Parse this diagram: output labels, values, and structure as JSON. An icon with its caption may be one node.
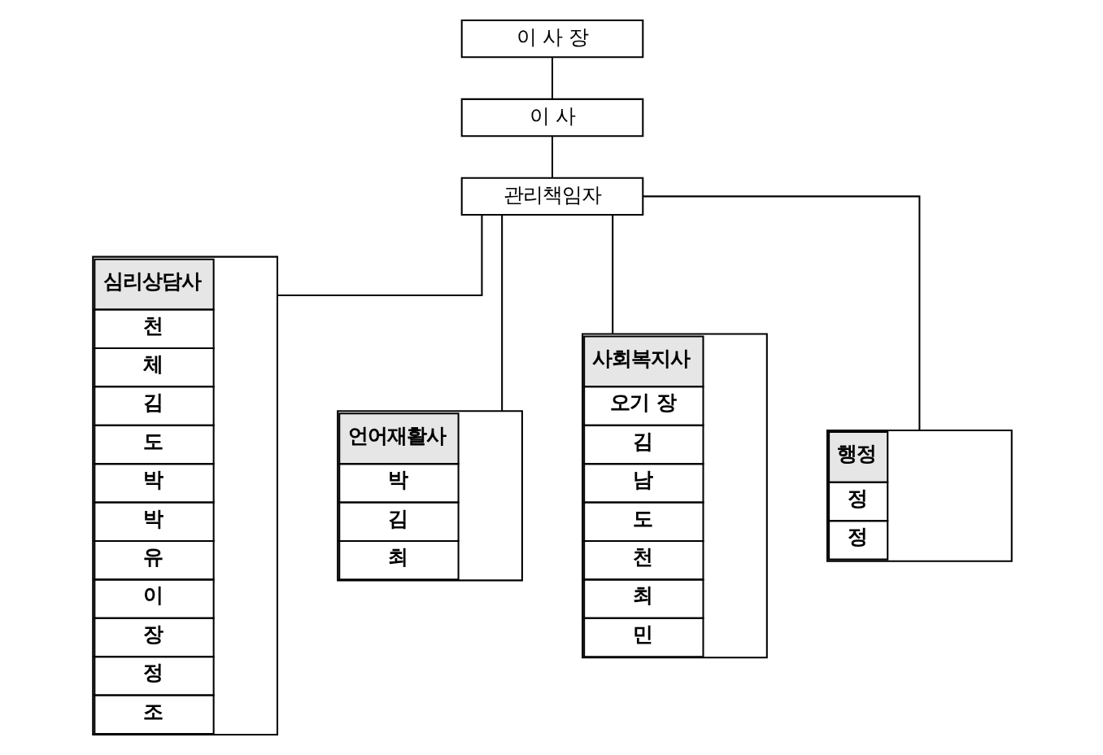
{
  "diagram": {
    "nodes": [
      {
        "text": [
          "이 사 장"
        ]
      },
      {
        "text": [
          "이 사"
        ]
      },
      {
        "text": [
          "관리책임자"
        ]
      },
      {
        "text": [
          "심리상담사",
          "천",
          "체",
          "김",
          "도",
          "박",
          "박",
          "유",
          "이",
          "장",
          "정",
          "조"
        ]
      },
      {
        "text": [
          "언어재활사",
          "박",
          "김",
          "최"
        ]
      },
      {
        "text": [
          "사회복지사",
          "오기 장",
          "김",
          "남",
          "도",
          "천",
          "최",
          "민"
        ]
      },
      {
        "text": [
          "행정",
          "정",
          "정"
        ]
      }
    ],
    "edges": [
      {
        "from": 0,
        "to": 1,
        "arrow": "none"
      },
      {
        "from": 1,
        "to": 2,
        "arrow": "none"
      },
      {
        "from": 2,
        "to": 3,
        "arrow": "none"
      },
      {
        "from": 2,
        "to": 4,
        "arrow": "none"
      },
      {
        "from": 2,
        "to": 5,
        "arrow": "none"
      },
      {
        "from": 2,
        "to": 6,
        "arrow": "none"
      }
    ]
  }
}
